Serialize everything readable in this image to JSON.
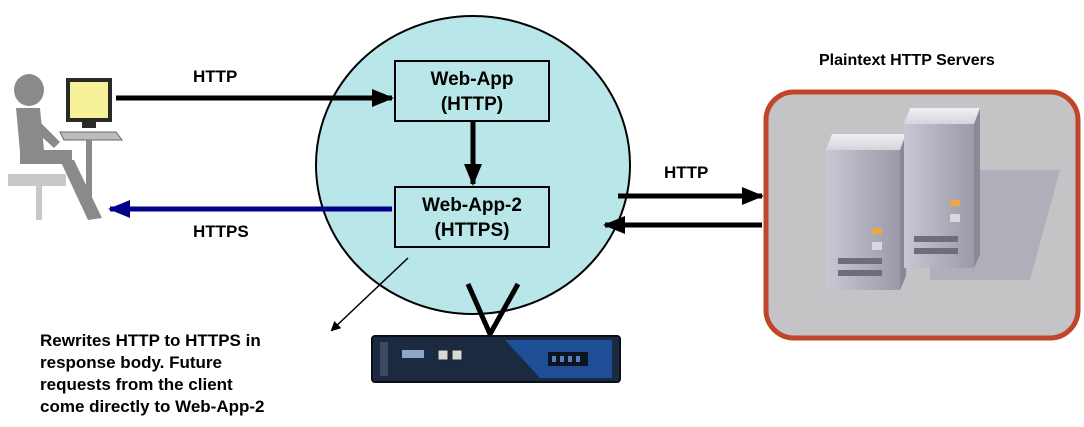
{
  "nodes": {
    "web_app": {
      "name": "Web-App",
      "protocol": "(HTTP)"
    },
    "web_app_2": {
      "name": "Web-App-2",
      "protocol": "(HTTPS)"
    }
  },
  "servers_title": "Plaintext HTTP Servers",
  "edges": {
    "client_to_webapp": "HTTP",
    "webapp2_to_client": "HTTPS",
    "proxy_servers": "HTTP"
  },
  "annotation_lines": [
    "Rewrites HTTP to HTTPS in",
    "response body. Future",
    "requests from the client",
    "come directly to Web-App-2"
  ],
  "colors": {
    "circle_fill": "#b9e6e8",
    "https_arrow": "#00008b",
    "server_panel_border": "#c0452a",
    "server_panel_fill": "#c4c4c6"
  },
  "icons": [
    "user-computer-icon",
    "server-rack-icon",
    "appliance-icon"
  ]
}
